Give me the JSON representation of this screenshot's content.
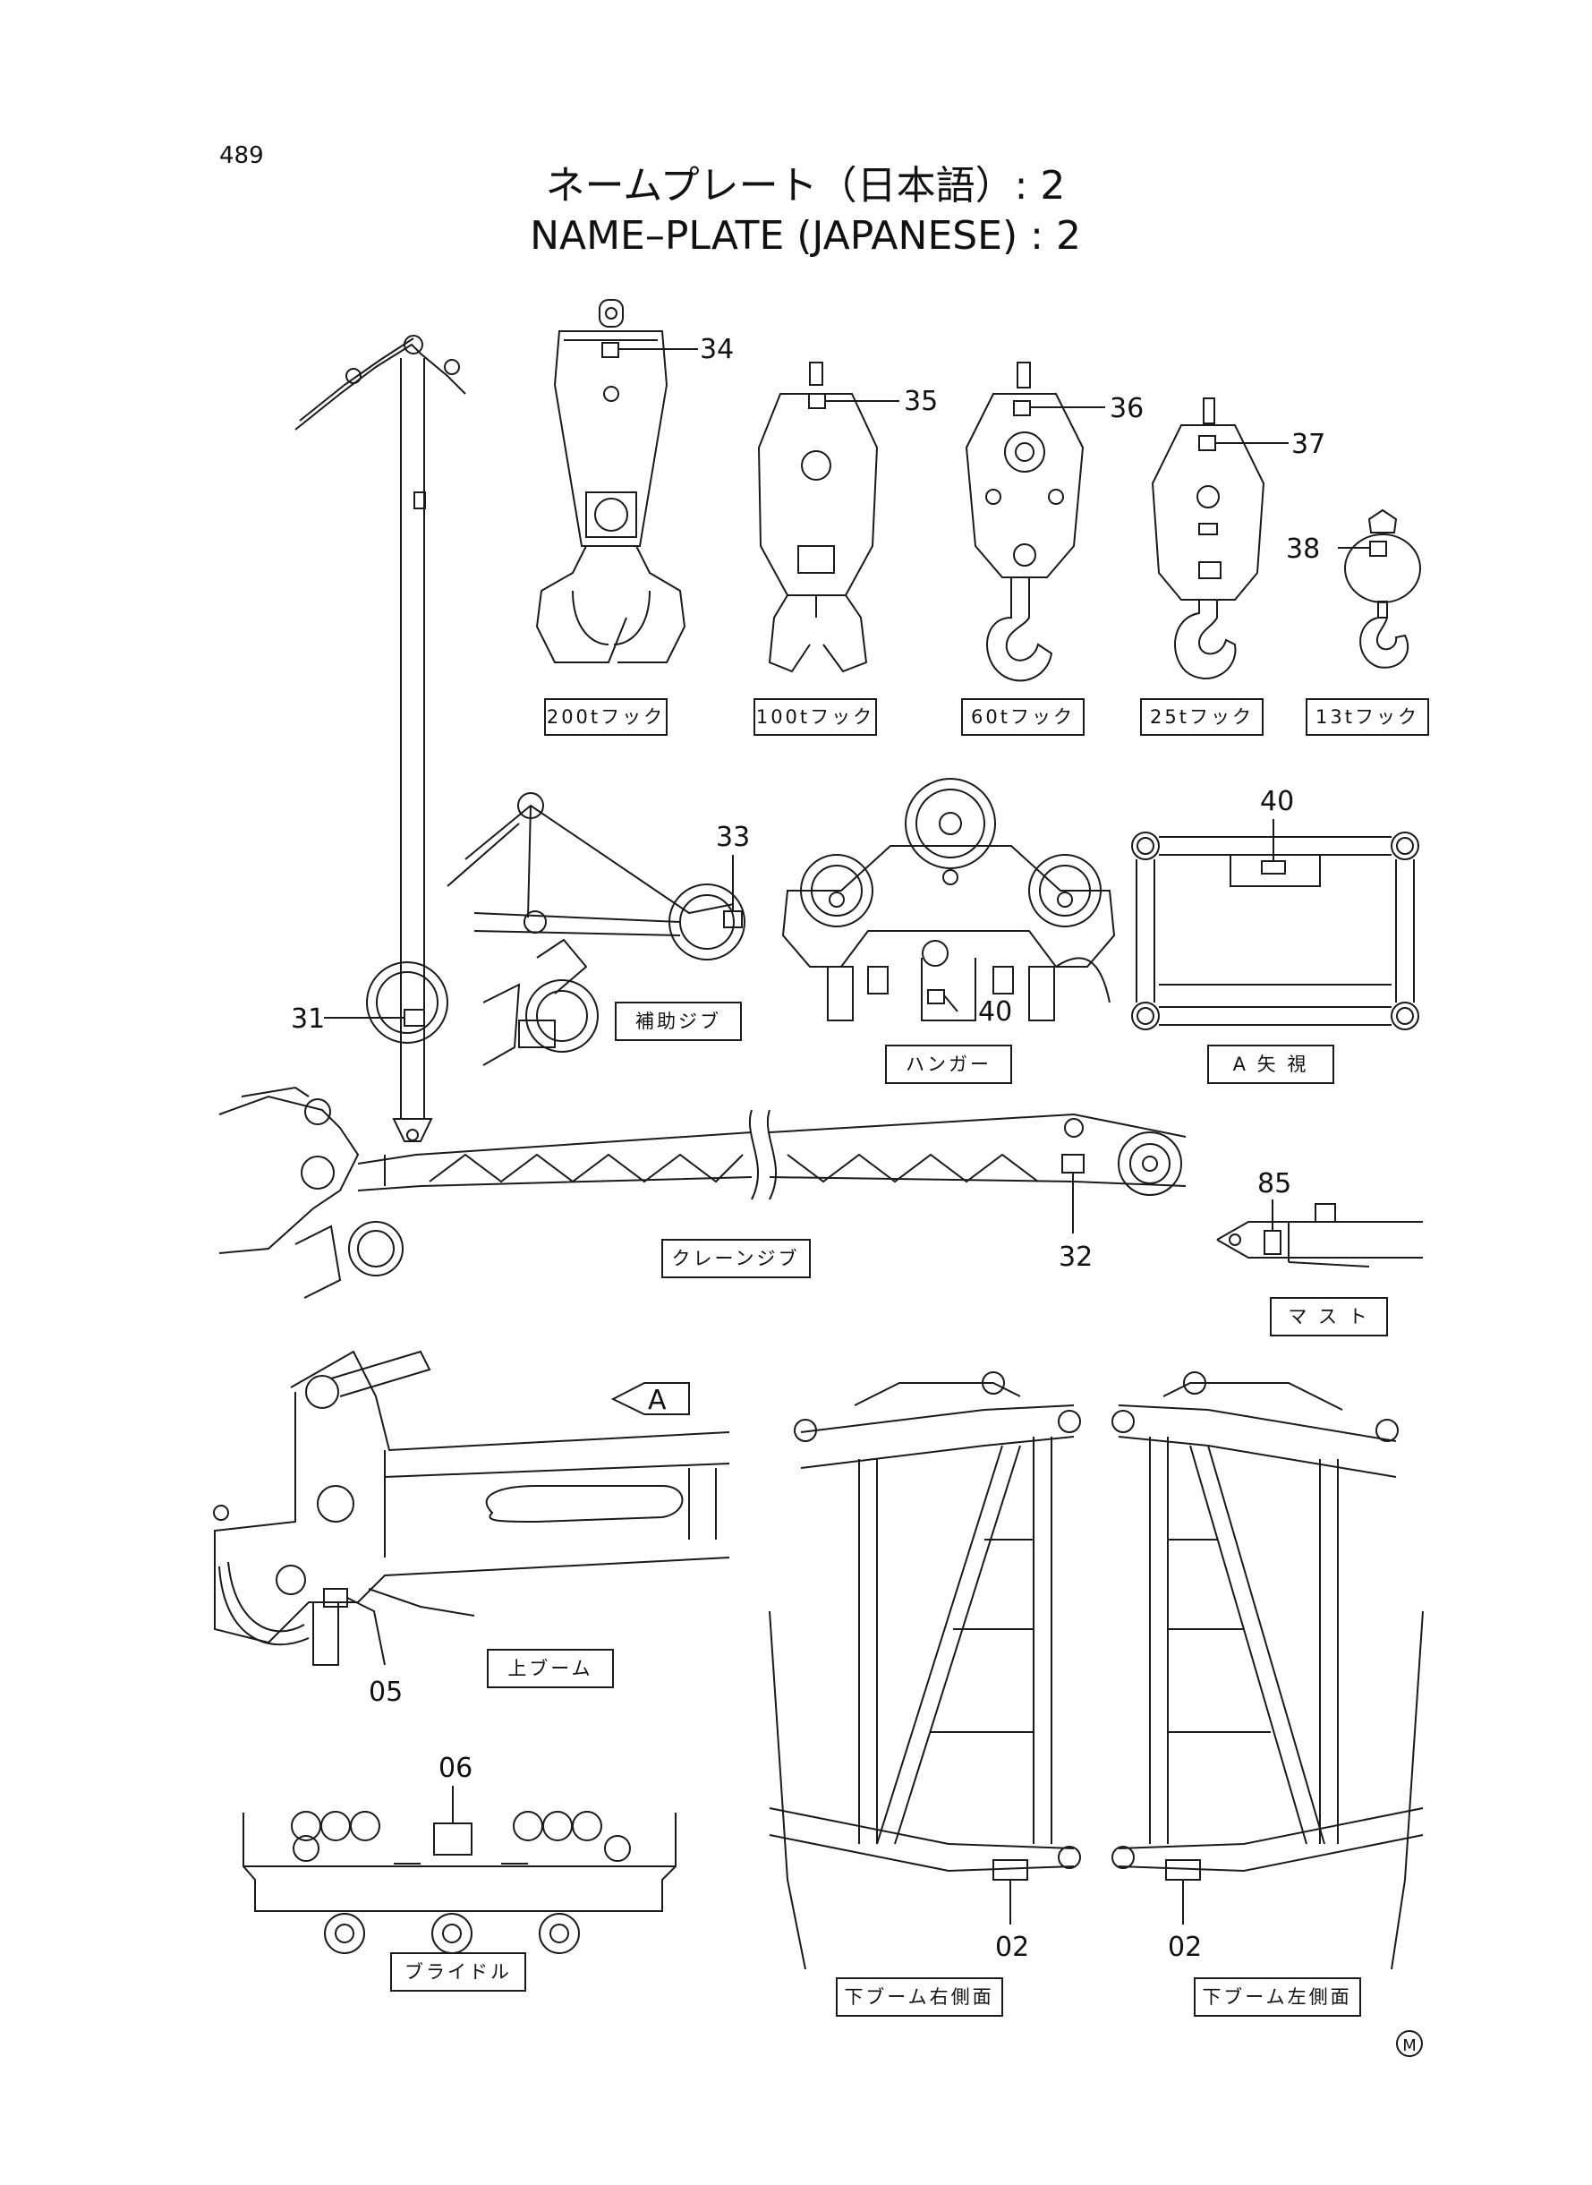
{
  "page_number": "489",
  "title_jp": "ネームプレート（日本語）: 2",
  "title_en": "NAME–PLATE (JAPANESE) : 2",
  "labels": {
    "p34": "34",
    "p35": "35",
    "p36": "36",
    "p37": "37",
    "p38": "38",
    "p33": "33",
    "p31": "31",
    "p40a": "40",
    "p40b": "40",
    "p32": "32",
    "p85": "85",
    "p05": "05",
    "p06": "06",
    "p02a": "02",
    "p02b": "02",
    "arrow_a": "A"
  },
  "captions": {
    "hook200": "200tフック",
    "hook100": "100tフック",
    "hook60": "60tフック",
    "hook25": "25tフック",
    "hook13": "13tフック",
    "aux_jib": "補助ジブ",
    "hanger": "ハンガー",
    "a_view": "A 矢 視",
    "crane_jib": "クレーンジブ",
    "mast": "マ ス ト",
    "upper_boom": "上ブーム",
    "bridle": "ブライドル",
    "lower_boom_right": "下ブーム右側面",
    "lower_boom_left": "下ブーム左側面"
  },
  "mark": "M"
}
